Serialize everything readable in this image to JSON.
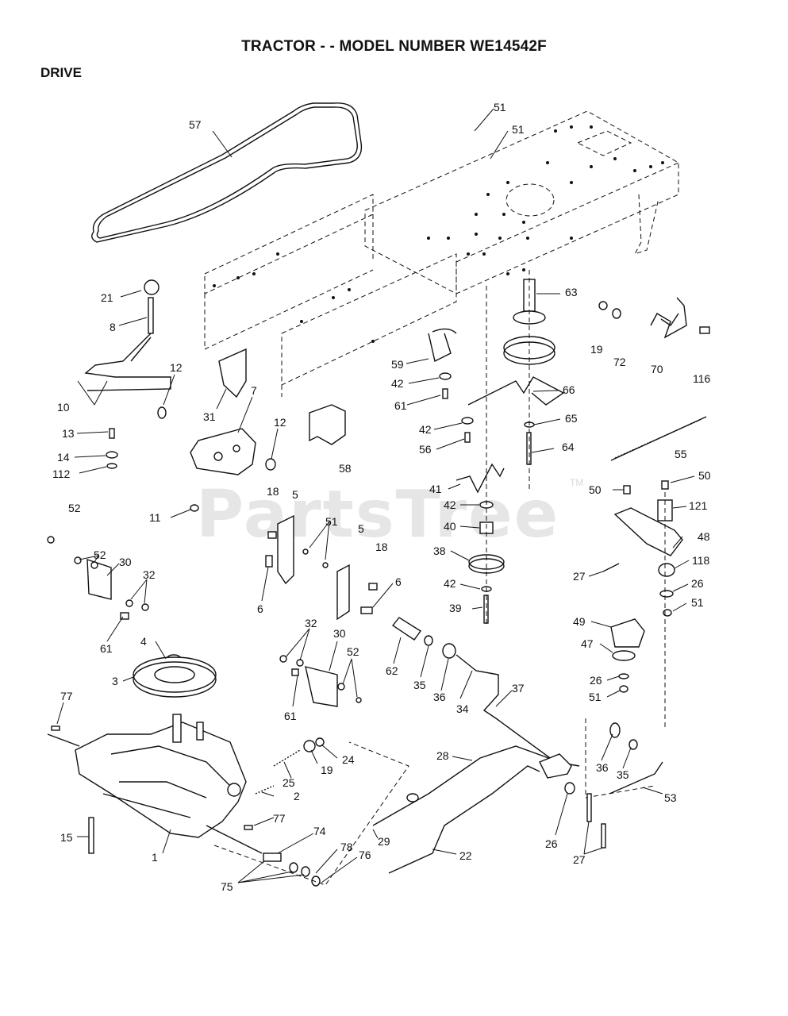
{
  "header": {
    "title": "TRACTOR - - MODEL NUMBER WE14542F",
    "section": "DRIVE"
  },
  "watermark": {
    "brand": "PartsTree",
    "tm": "TM"
  },
  "callouts": {
    "c57": "57",
    "c51a": "51",
    "c51b": "51",
    "c21": "21",
    "c8": "8",
    "c63": "63",
    "c19a": "19",
    "c72": "72",
    "c70": "70",
    "c116": "116",
    "c12a": "12",
    "c10": "10",
    "c31": "31",
    "c7": "7",
    "c59": "59",
    "c42a": "42",
    "c61a": "61",
    "c66": "66",
    "c13": "13",
    "c12b": "12",
    "c42b": "42",
    "c65": "65",
    "c14": "14",
    "c56": "56",
    "c64": "64",
    "c58": "58",
    "c55": "55",
    "c112": "112",
    "c41": "41",
    "c50a": "50",
    "c50b": "50",
    "c52a": "52",
    "c18a": "18",
    "c5a": "5",
    "c42c": "42",
    "c121": "121",
    "c11": "11",
    "c51c": "51",
    "c5b": "5",
    "c40": "40",
    "c48": "48",
    "c52b": "52",
    "c30a": "30",
    "c32a": "32",
    "c18b": "18",
    "c38": "38",
    "c118": "118",
    "c27a": "27",
    "c6a": "6",
    "c6b": "6",
    "c42d": "42",
    "c26a": "26",
    "c61b": "61",
    "c39": "39",
    "c51d": "51",
    "c4": "4",
    "c32b": "32",
    "c30b": "30",
    "c49": "49",
    "c52c": "52",
    "c62": "62",
    "c47": "47",
    "c3": "3",
    "c35a": "35",
    "c36a": "36",
    "c26b": "26",
    "c61c": "61",
    "c34": "34",
    "c37": "37",
    "c51e": "51",
    "c77a": "77",
    "c28": "28",
    "c24": "24",
    "c19b": "19",
    "c25": "25",
    "c36b": "36",
    "c35b": "35",
    "c53": "53",
    "c2": "2",
    "c77b": "77",
    "c15": "15",
    "c74": "74",
    "c29": "29",
    "c26c": "26",
    "c1": "1",
    "c78": "78",
    "c76": "76",
    "c22": "22",
    "c27b": "27",
    "c75": "75"
  }
}
